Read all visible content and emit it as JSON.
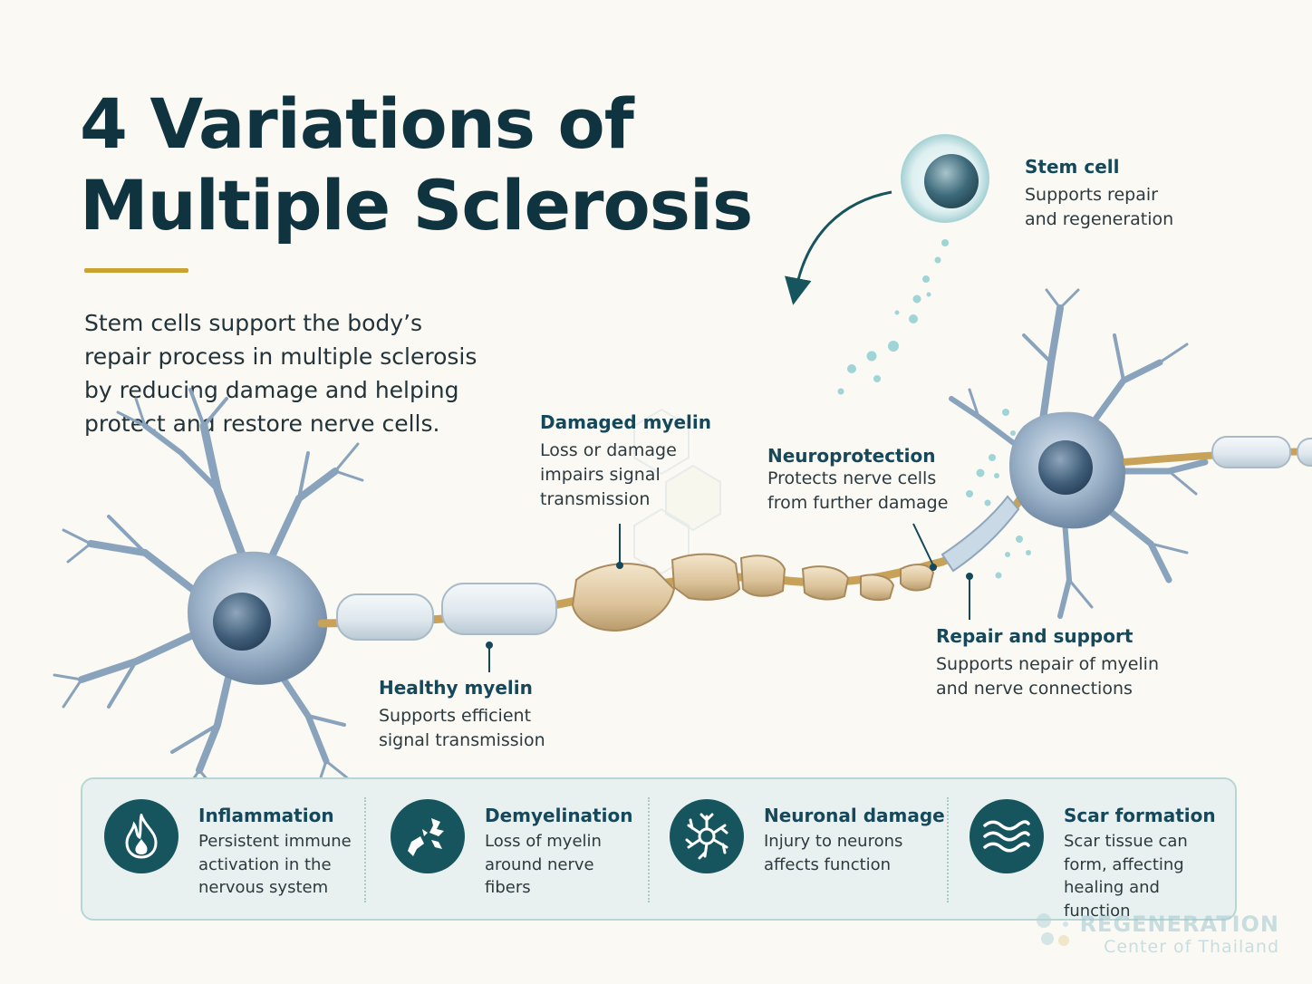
{
  "title": {
    "line1": "4  Variations of",
    "line2": "Multiple Sclerosis"
  },
  "intro": "Stem cells support the body’s repair process in multiple sclerosis by reducing damage and helping protect and restore nerve cells.",
  "callouts": {
    "stem_cell": {
      "title": "Stem cell",
      "desc": "Supports repair and regeneration"
    },
    "damaged_myelin": {
      "title": "Damaged myelin",
      "desc": "Loss or damage impairs signal transmission"
    },
    "neuroprotection": {
      "title": "Neuroprotection",
      "desc": "Protects nerve cells from further damage"
    },
    "repair_support": {
      "title": "Repair and support",
      "desc": "Supports nepair of myelin and nerve connections"
    },
    "healthy_myelin": {
      "title": "Healthy myelin",
      "desc": "Supports efficient signal transmission"
    }
  },
  "types": [
    {
      "title": "Inflammation",
      "desc": "Persistent immune activation in the nervous system",
      "icon": "flame-icon"
    },
    {
      "title": "Demyelination",
      "desc": "Loss of myelin around nerve fibers",
      "icon": "broken-fibers-icon"
    },
    {
      "title": "Neuronal damage",
      "desc": "Injury to neurons affects function",
      "icon": "neuron-icon"
    },
    {
      "title": "Scar formation",
      "desc": "Scar tissue can form, affecting healing and function",
      "icon": "waves-icon"
    }
  ],
  "watermark": {
    "line1": "REGENERATION",
    "line2": "Center of Thailand"
  },
  "colors": {
    "heading": "#0f3440",
    "accent": "#c9a232",
    "panel": "#e9f1f0",
    "icon_bg": "#17555e",
    "neuron": "#8aa3bd",
    "myelin_damaged": "#e3cfa6"
  }
}
